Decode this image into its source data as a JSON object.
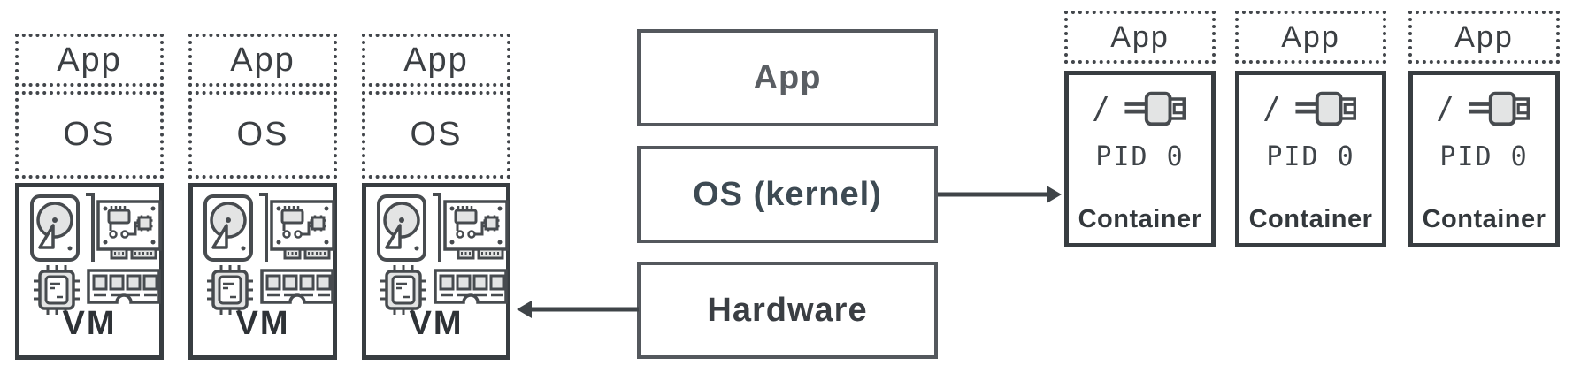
{
  "vm_stacks": [
    {
      "app": "App",
      "os": "OS",
      "label": "VM"
    },
    {
      "app": "App",
      "os": "OS",
      "label": "VM"
    },
    {
      "app": "App",
      "os": "OS",
      "label": "VM"
    }
  ],
  "host_stack": {
    "app": "App",
    "os_kernel": "OS (kernel)",
    "hardware": "Hardware"
  },
  "container_stacks": [
    {
      "app": "App",
      "root_path": "/",
      "pid": "PID 0",
      "label": "Container"
    },
    {
      "app": "App",
      "root_path": "/",
      "pid": "PID 0",
      "label": "Container"
    },
    {
      "app": "App",
      "root_path": "/",
      "pid": "PID 0",
      "label": "Container"
    }
  ],
  "arrows": [
    {
      "from": "OS (kernel)",
      "to": "Container",
      "direction": "right"
    },
    {
      "from": "Hardware",
      "to": "VM",
      "direction": "left"
    }
  ],
  "icons": {
    "vm_box": [
      "hard-drive-icon",
      "pci-card-icon",
      "cpu-chip-icon",
      "ram-module-icon"
    ],
    "container_box": [
      "plug-icon"
    ]
  },
  "colors": {
    "border_heavy": "#383d41",
    "border_mid": "#54585d",
    "border_dotted": "#42464b",
    "text_slate": "#3d4a53",
    "text_dark": "#33383c",
    "icon_fill": "#e3e4e4",
    "arrow": "#3f4448",
    "background": "#ffffff"
  }
}
